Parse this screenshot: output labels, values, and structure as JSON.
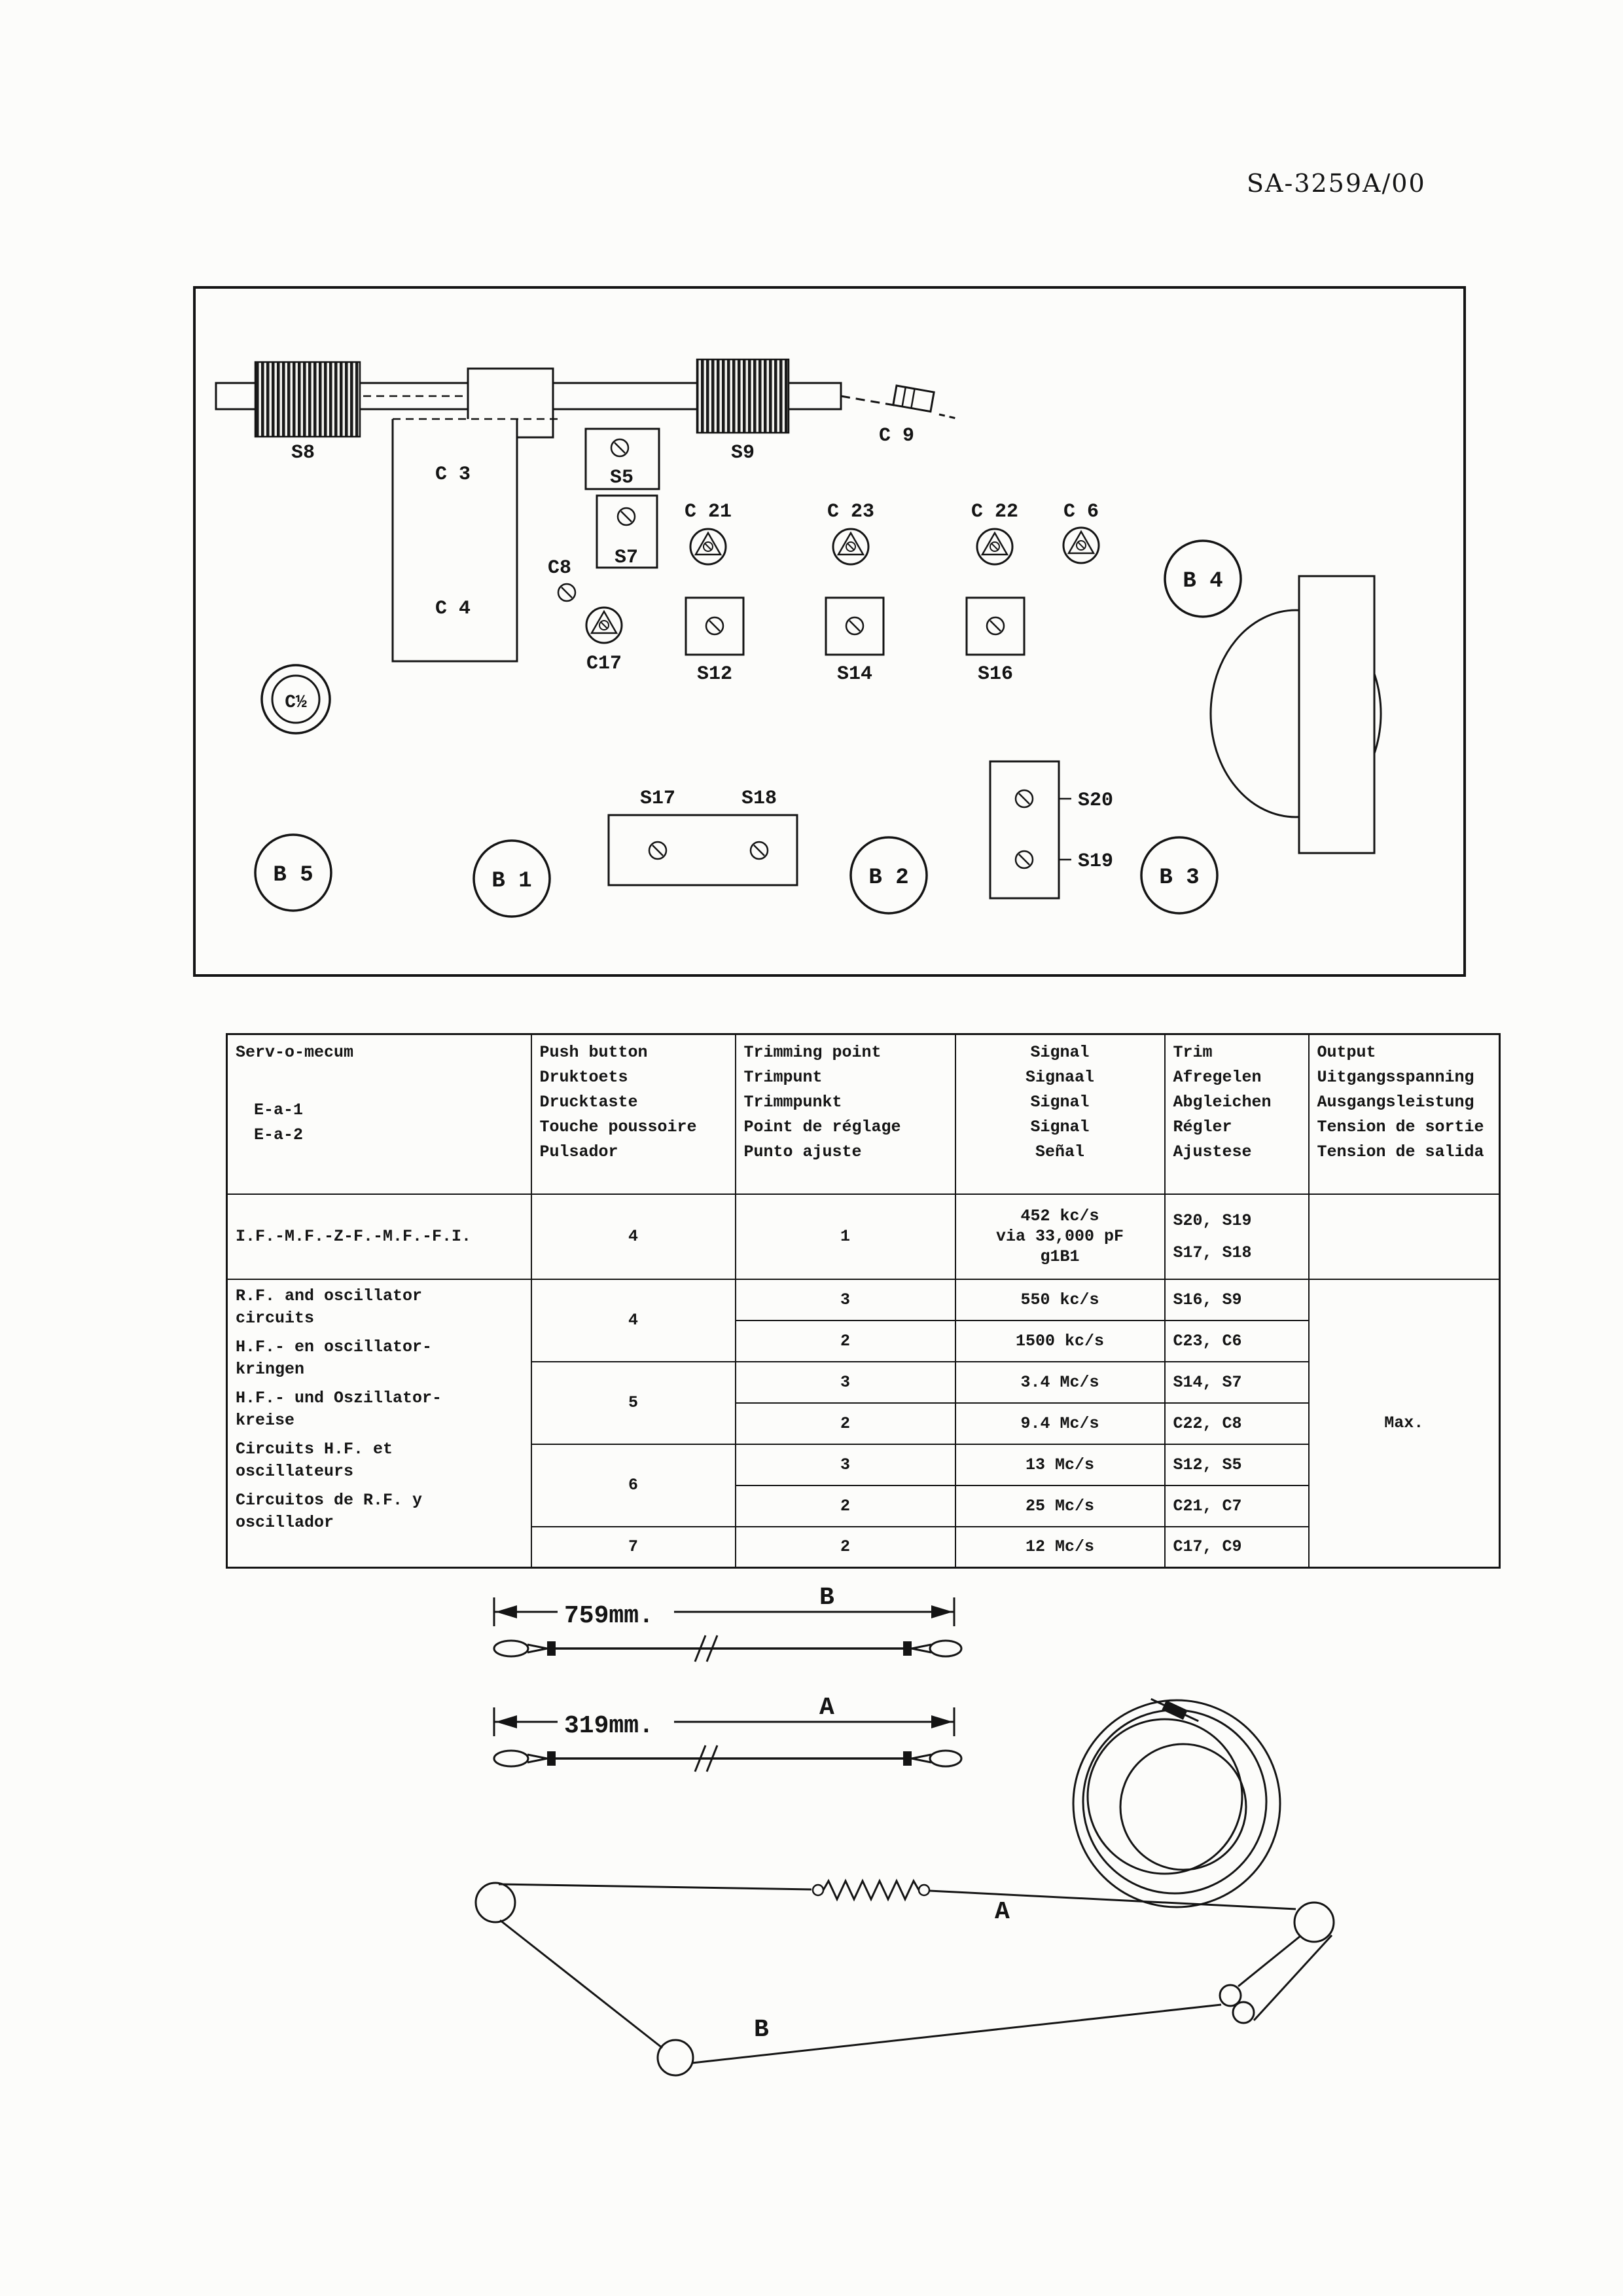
{
  "page": {
    "doc_number": "SA-3259A/00"
  },
  "board": {
    "labels": {
      "s8": "S8",
      "s9": "S9",
      "c9": "C 9",
      "c3": "C 3",
      "c4": "C 4",
      "s5": "S5",
      "s7": "S7",
      "c21": "C 21",
      "c23": "C 23",
      "c22": "C 22",
      "c6": "C 6",
      "b4": "B 4",
      "c8": "C8",
      "c17": "C17",
      "s12": "S12",
      "s14": "S14",
      "s16": "S16",
      "c_half": "C½",
      "s17": "S17",
      "s18": "S18",
      "s20": "S20",
      "s19": "S19",
      "b5": "B 5",
      "b1": "B 1",
      "b2": "B 2",
      "b3": "B 3"
    }
  },
  "table": {
    "header": {
      "serv": [
        "Serv-o-mecum",
        "E-a-1",
        "E-a-2"
      ],
      "push": [
        "Push button",
        "Druktoets",
        "Drucktaste",
        "Touche poussoire",
        "Pulsador"
      ],
      "point": [
        "Trimming point",
        "Trimpunt",
        "Trimmpunkt",
        "Point de réglage",
        "Punto ajuste"
      ],
      "signal": [
        "Signal",
        "Signaal",
        "Signal",
        "Signal",
        "Señal"
      ],
      "trim": [
        "Trim",
        "Afregelen",
        "Abgleichen",
        "Régler",
        "Ajustese"
      ],
      "output": [
        "Output",
        "Uitgangsspanning",
        "Ausgangsleistung",
        "Tension de sortie",
        "Tension de salida"
      ]
    },
    "if_row": {
      "circuit": "I.F.-M.F.-Z-F.-M.F.-F.I.",
      "push": "4",
      "point": "1",
      "signal": [
        "452 kc/s",
        "via 33,000 pF",
        "g1B1"
      ],
      "trim": [
        "S20, S19",
        "S17, S18"
      ]
    },
    "rf": {
      "circuit": [
        [
          "R.F. and oscillator",
          "circuits"
        ],
        [
          "H.F.- en oscillator-",
          "kringen"
        ],
        [
          "H.F.- und Oszillator-",
          "kreise"
        ],
        [
          "Circuits H.F. et",
          "oscillateurs"
        ],
        [
          "Circuitos de R.F. y",
          "oscillador"
        ]
      ],
      "push": [
        "4",
        "5",
        "6",
        "7"
      ],
      "rows": [
        {
          "point": "3",
          "signal": "550 kc/s",
          "trim": "S16, S9"
        },
        {
          "point": "2",
          "signal": "1500 kc/s",
          "trim": "C23, C6"
        },
        {
          "point": "3",
          "signal": "3.4 Mc/s",
          "trim": "S14, S7"
        },
        {
          "point": "2",
          "signal": "9.4 Mc/s",
          "trim": "C22, C8"
        },
        {
          "point": "3",
          "signal": "13 Mc/s",
          "trim": "S12, S5"
        },
        {
          "point": "2",
          "signal": "25 Mc/s",
          "trim": "C21, C7"
        },
        {
          "point": "2",
          "signal": "12 Mc/s",
          "trim": "C17, C9"
        }
      ],
      "output": "Max."
    }
  },
  "cords": {
    "b": {
      "length": "759mm.",
      "label": "B"
    },
    "a": {
      "length": "319mm.",
      "label": "A"
    },
    "path": {
      "label_a": "A",
      "label_b": "B"
    }
  }
}
